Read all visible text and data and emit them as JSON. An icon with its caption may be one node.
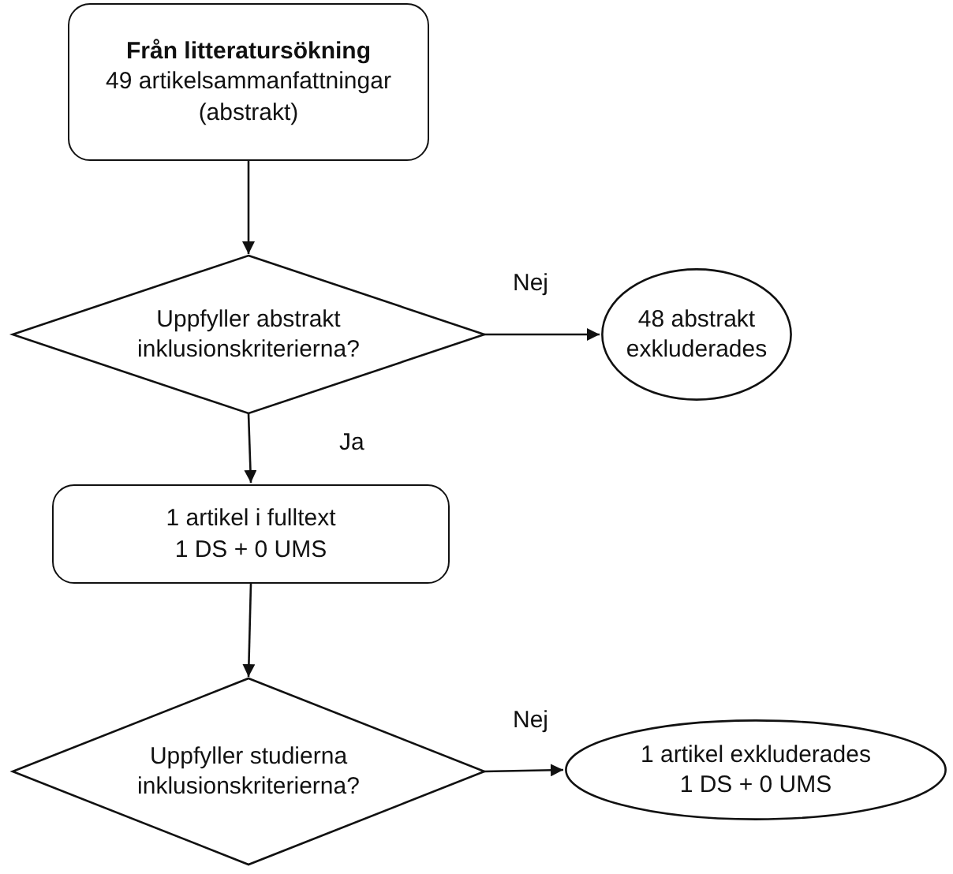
{
  "diagram": {
    "nodes": [
      {
        "text": [
          "Från litteratursökning",
          "49 artikelsammanfattningar (abstrakt)"
        ]
      },
      {
        "text": [
          "Uppfyller abstrakt inklusionskriterierna?"
        ]
      },
      {
        "text": [
          "48 abstrakt exkluderades"
        ]
      },
      {
        "text": [
          "1 artikel i fulltext",
          "1 DS + 0 UMS"
        ]
      },
      {
        "text": [
          "Uppfyller studierna inklusionskriterierna?"
        ]
      },
      {
        "text": [
          "1 artikel exkluderades",
          "1 DS + 0 UMS"
        ]
      }
    ],
    "edges": [
      {
        "from": 0,
        "to": 1,
        "arrow": "to"
      },
      {
        "from": 1,
        "to": 2,
        "arrow": "to",
        "label": "Nej"
      },
      {
        "from": 1,
        "to": 3,
        "arrow": "to",
        "label": "Ja"
      },
      {
        "from": 3,
        "to": 4,
        "arrow": "to"
      },
      {
        "from": 4,
        "to": 5,
        "arrow": "to",
        "label": "Nej"
      }
    ]
  }
}
